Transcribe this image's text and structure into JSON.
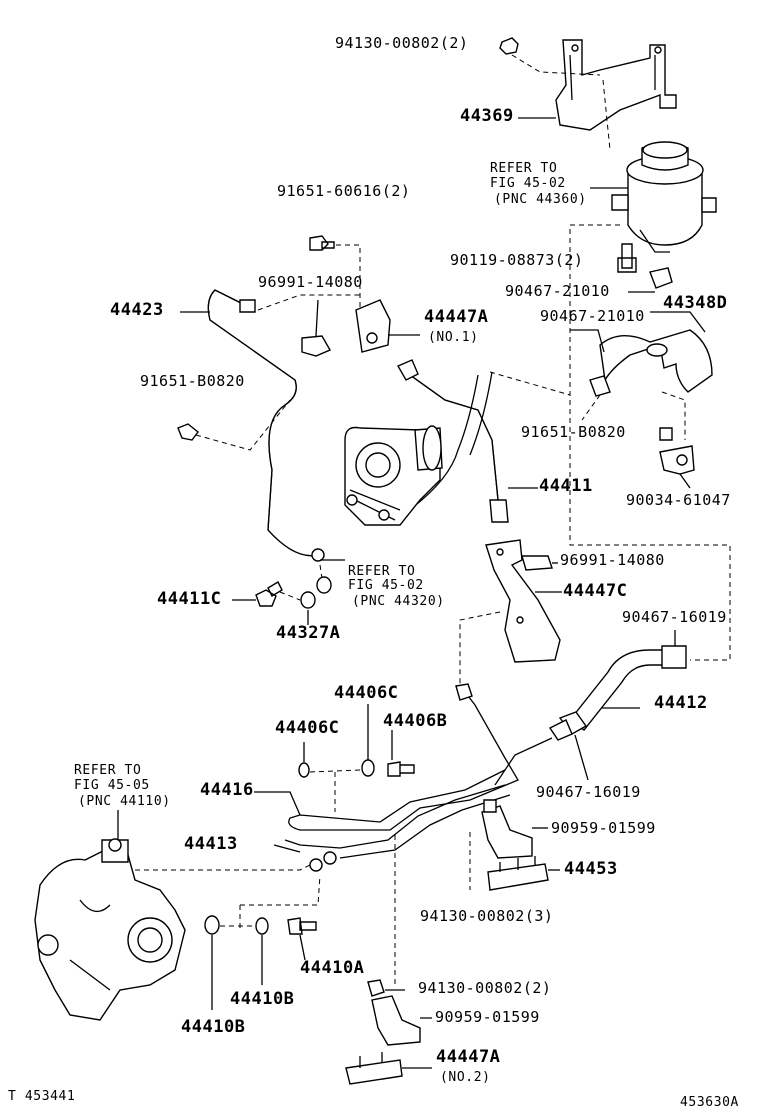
{
  "labels": {
    "p94130_00802_2_top": "94130-00802(2)",
    "p44369": "44369",
    "refer_4502_a": "REFER TO",
    "refer_4502_a2": "FIG 45-02",
    "refer_4502_a3": "(PNC 44360)",
    "p91651_60616": "91651-60616(2)",
    "p90119_08873": "90119-08873(2)",
    "p90467_21010_a": "90467-21010",
    "p44348d": "44348D",
    "p96991_14080_a": "96991-14080",
    "p44423": "44423",
    "p44447a_1": "44447A",
    "no1": "(NO.1)",
    "p90467_21010_b": "90467-21010",
    "p91651_b0820_a": "91651-B0820",
    "p91651_b0820_b": "91651-B0820",
    "p44411": "44411",
    "p90034_61047": "90034-61047",
    "refer_4502_b": "REFER TO",
    "refer_4502_b2": "FIG 45-02",
    "refer_4502_b3": "(PNC 44320)",
    "p96991_14080_b": "96991-14080",
    "p44411c": "44411C",
    "p44447c": "44447C",
    "p44327a": "44327A",
    "p90467_16019_a": "90467-16019",
    "p44406c_a": "44406C",
    "p44412": "44412",
    "p44406c_b": "44406C",
    "p44406b": "44406B",
    "refer_4505": "REFER TO",
    "refer_4505_2": "FIG 45-05",
    "refer_4505_3": "(PNC 44110)",
    "p44416": "44416",
    "p90467_16019_b": "90467-16019",
    "p90959_01599_a": "90959-01599",
    "p44413": "44413",
    "p44453": "44453",
    "p94130_00802_3": "94130-00802(3)",
    "p44410a": "44410A",
    "p44410b_a": "44410B",
    "p94130_00802_2_b": "94130-00802(2)",
    "p90959_01599_b": "90959-01599",
    "p44410b_b": "44410B",
    "p44447a_2": "44447A",
    "no2": "(NO.2)",
    "footer_left": "T 453441",
    "footer_right": "453630A"
  }
}
